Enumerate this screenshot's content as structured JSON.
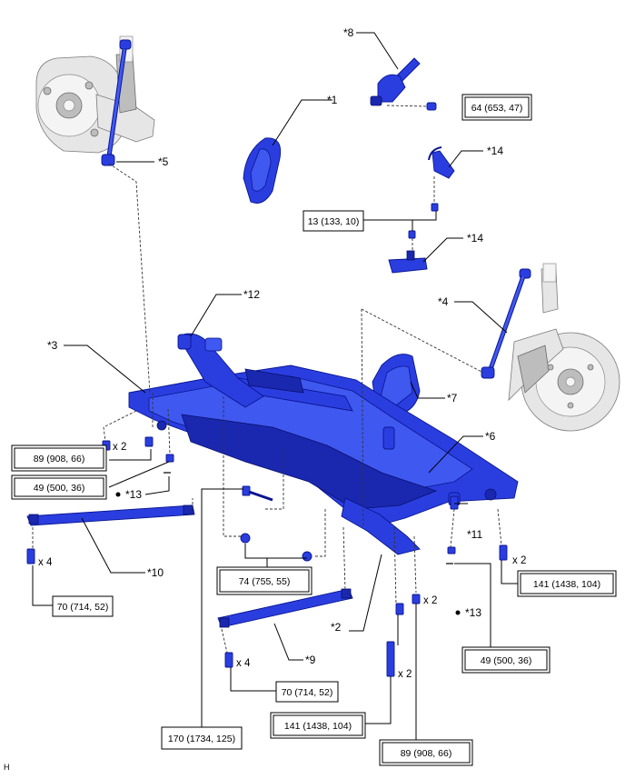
{
  "labels": {
    "p1": "*1",
    "p2": "*2",
    "p3": "*3",
    "p4": "*4",
    "p5": "*5",
    "p6": "*6",
    "p7": "*7",
    "p8": "*8",
    "p9": "*9",
    "p10": "*10",
    "p11": "*11",
    "p12": "*12",
    "p13a": "*13",
    "p13b": "*13",
    "p14a": "*14",
    "p14b": "*14"
  },
  "multipliers": {
    "m_x2_a": "x 2",
    "m_x4_a": "x 4",
    "m_x4_b": "x 4",
    "m_x2_b": "x 2",
    "m_x2_c": "x 2",
    "m_x2_d": "x 2"
  },
  "torques": {
    "t64": "64 (653, 47)",
    "t13": "13 (133, 10)",
    "t89a": "89 (908, 66)",
    "t49a": "49 (500, 36)",
    "t74": "74 (755, 55)",
    "t70a": "70 (714, 52)",
    "t141a": "141 (1438, 104)",
    "t70b": "70 (714, 52)",
    "t141b": "141 (1438, 104)",
    "t49b": "49 (500, 36)",
    "t170": "170 (1734, 125)",
    "t89b": "89 (908, 66)"
  },
  "footer": {
    "code": "H"
  },
  "colors": {
    "part_blue": "#2a3ee0",
    "knuckle_gray": "#e6e6e6"
  }
}
